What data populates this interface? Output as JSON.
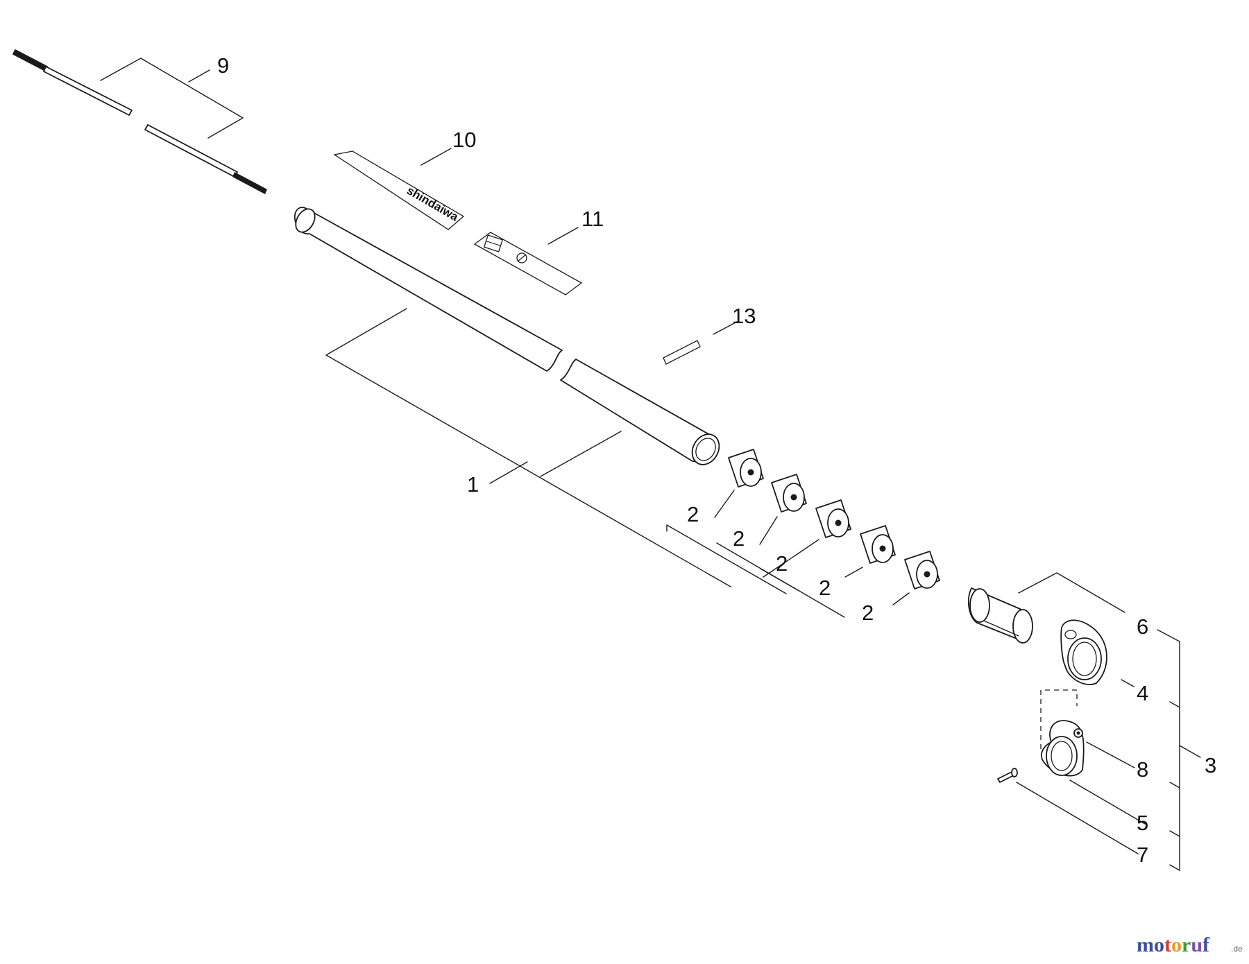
{
  "callouts": [
    {
      "id": "c9",
      "text": "9"
    },
    {
      "id": "c10",
      "text": "10"
    },
    {
      "id": "c11",
      "text": "11"
    },
    {
      "id": "c13",
      "text": "13"
    },
    {
      "id": "c1",
      "text": "1"
    },
    {
      "id": "c2a",
      "text": "2"
    },
    {
      "id": "c2b",
      "text": "2"
    },
    {
      "id": "c2c",
      "text": "2"
    },
    {
      "id": "c2d",
      "text": "2"
    },
    {
      "id": "c2e",
      "text": "2"
    },
    {
      "id": "c6",
      "text": "6"
    },
    {
      "id": "c4",
      "text": "4"
    },
    {
      "id": "c3",
      "text": "3"
    },
    {
      "id": "c8",
      "text": "8"
    },
    {
      "id": "c5",
      "text": "5"
    },
    {
      "id": "c7",
      "text": "7"
    }
  ],
  "decal_text": "shindaiwa",
  "watermark": {
    "letters": [
      "m",
      "o",
      "t",
      "o",
      "r",
      "u",
      "f"
    ],
    "letter_colors": [
      "#3b4e9c",
      "#3b4e9c",
      "#d43a2f",
      "#e69a1f",
      "#3a9a3a",
      "#7a4fb0",
      "#3b4e9c"
    ],
    "suffix": ".de"
  }
}
